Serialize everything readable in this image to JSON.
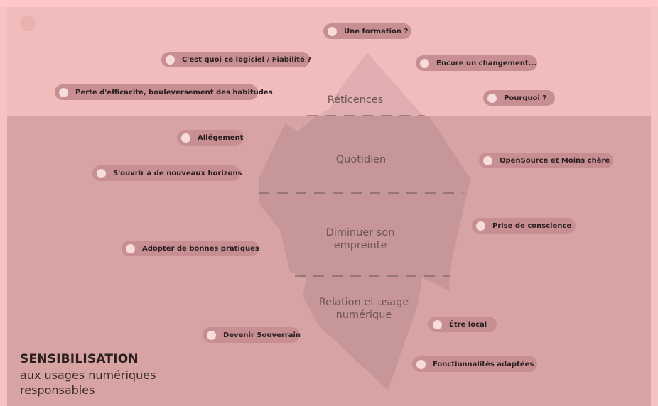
{
  "zones": {
    "top": "Réticences",
    "level1": "Quotidien",
    "level2": "Diminuer son\nempreinte",
    "level3": "Relation et usage\nnumérique"
  },
  "chips": {
    "formation": "Une formation ?",
    "logiciel": "C'est quoi ce logiciel / Fiabilité ?",
    "changement": "Encore un changement...",
    "perte": "Perte d'efficacité, bouleversement des habitudes",
    "pourquoi": "Pourquoi ?",
    "allegement": "Allégement",
    "horizons": "S'ouvrir à de nouveaux horizons",
    "opensource": "OpenSource et Moins chère",
    "conscience": "Prise de conscience",
    "pratiques": "Adopter de bonnes pratiques",
    "local": "Être local",
    "souverain": "Devenir Souverrain",
    "fonctionnalites": "Fonctionnalités adaptées"
  },
  "title": {
    "main": "SENSIBILISATION",
    "sub": "aux usages numériques\nresponsables"
  },
  "colors": {
    "top_zone": "#f0bcbc",
    "bottom_zone": "#d7a3a3",
    "chip": "#c78f92",
    "iceberg": "#c79699"
  }
}
